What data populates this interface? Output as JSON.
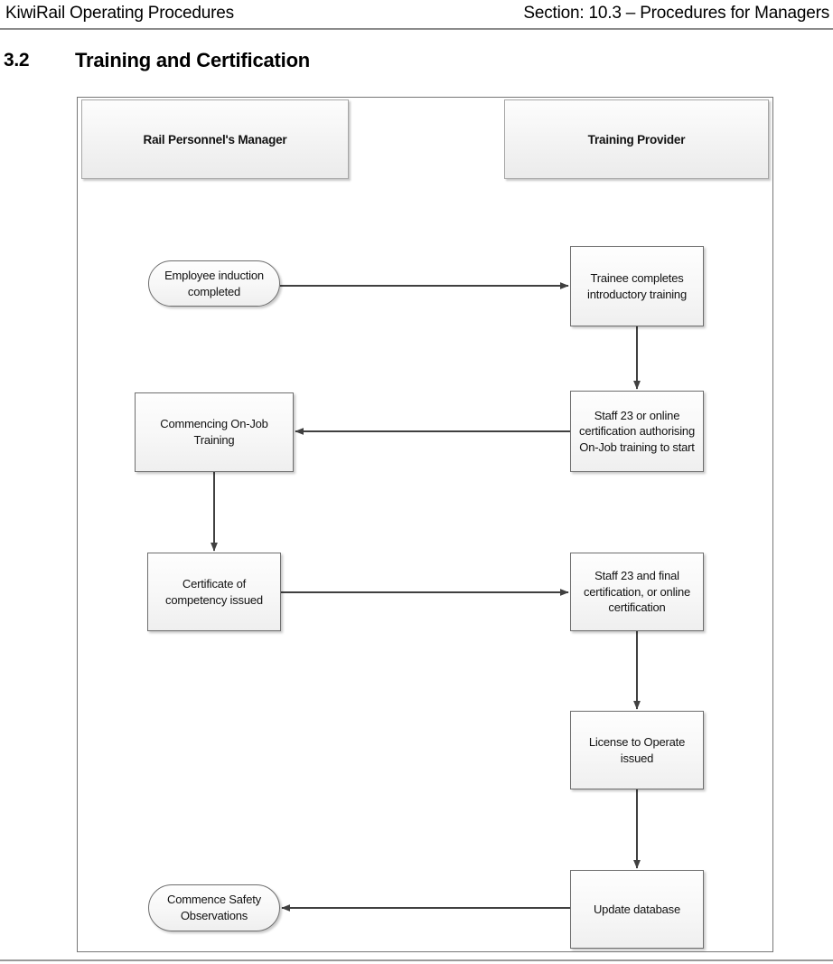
{
  "header": {
    "left_text": "KiwiRail Operating Procedures",
    "right_text": "Section: 10.3 – Procedures for Managers"
  },
  "section": {
    "number": "3.2",
    "title": "Training and Certification"
  },
  "diagram": {
    "lanes": [
      {
        "id": "rail-personnels-manager",
        "label": "Rail Personnel's Manager"
      },
      {
        "id": "training-provider",
        "label": "Training Provider"
      }
    ],
    "nodes": [
      {
        "id": "employee-induction",
        "label": "Employee induction completed",
        "shape": "terminator",
        "lane": "rail-personnels-manager"
      },
      {
        "id": "trainee-intro",
        "label": "Trainee completes introductory training",
        "shape": "process",
        "lane": "training-provider"
      },
      {
        "id": "commencing-onjob",
        "label": "Commencing On-Job Training",
        "shape": "process",
        "lane": "rail-personnels-manager"
      },
      {
        "id": "staff23-online",
        "label": "Staff 23 or online certification authorising On-Job training to start",
        "shape": "process",
        "lane": "training-provider"
      },
      {
        "id": "cert-competency",
        "label": "Certificate of competency issued",
        "shape": "process",
        "lane": "rail-personnels-manager"
      },
      {
        "id": "staff23-final",
        "label": "Staff 23 and final certification, or online certification",
        "shape": "process",
        "lane": "training-provider"
      },
      {
        "id": "license-operate",
        "label": "License to Operate issued",
        "shape": "process",
        "lane": "training-provider"
      },
      {
        "id": "update-database",
        "label": "Update database",
        "shape": "process",
        "lane": "training-provider"
      },
      {
        "id": "commence-safety",
        "label": "Commence Safety Observations",
        "shape": "terminator",
        "lane": "rail-personnels-manager"
      }
    ],
    "edges": [
      {
        "from": "employee-induction",
        "to": "trainee-intro",
        "direction": "right"
      },
      {
        "from": "trainee-intro",
        "to": "staff23-online",
        "direction": "down"
      },
      {
        "from": "staff23-online",
        "to": "commencing-onjob",
        "direction": "left"
      },
      {
        "from": "commencing-onjob",
        "to": "cert-competency",
        "direction": "down"
      },
      {
        "from": "cert-competency",
        "to": "staff23-final",
        "direction": "right"
      },
      {
        "from": "staff23-final",
        "to": "license-operate",
        "direction": "down"
      },
      {
        "from": "license-operate",
        "to": "update-database",
        "direction": "down"
      },
      {
        "from": "update-database",
        "to": "commence-safety",
        "direction": "left"
      }
    ],
    "colors": {
      "node_border": "#6e6e6e",
      "node_fill": "#f5f5f5",
      "connector": "#404040",
      "frame_border": "#777777"
    }
  }
}
